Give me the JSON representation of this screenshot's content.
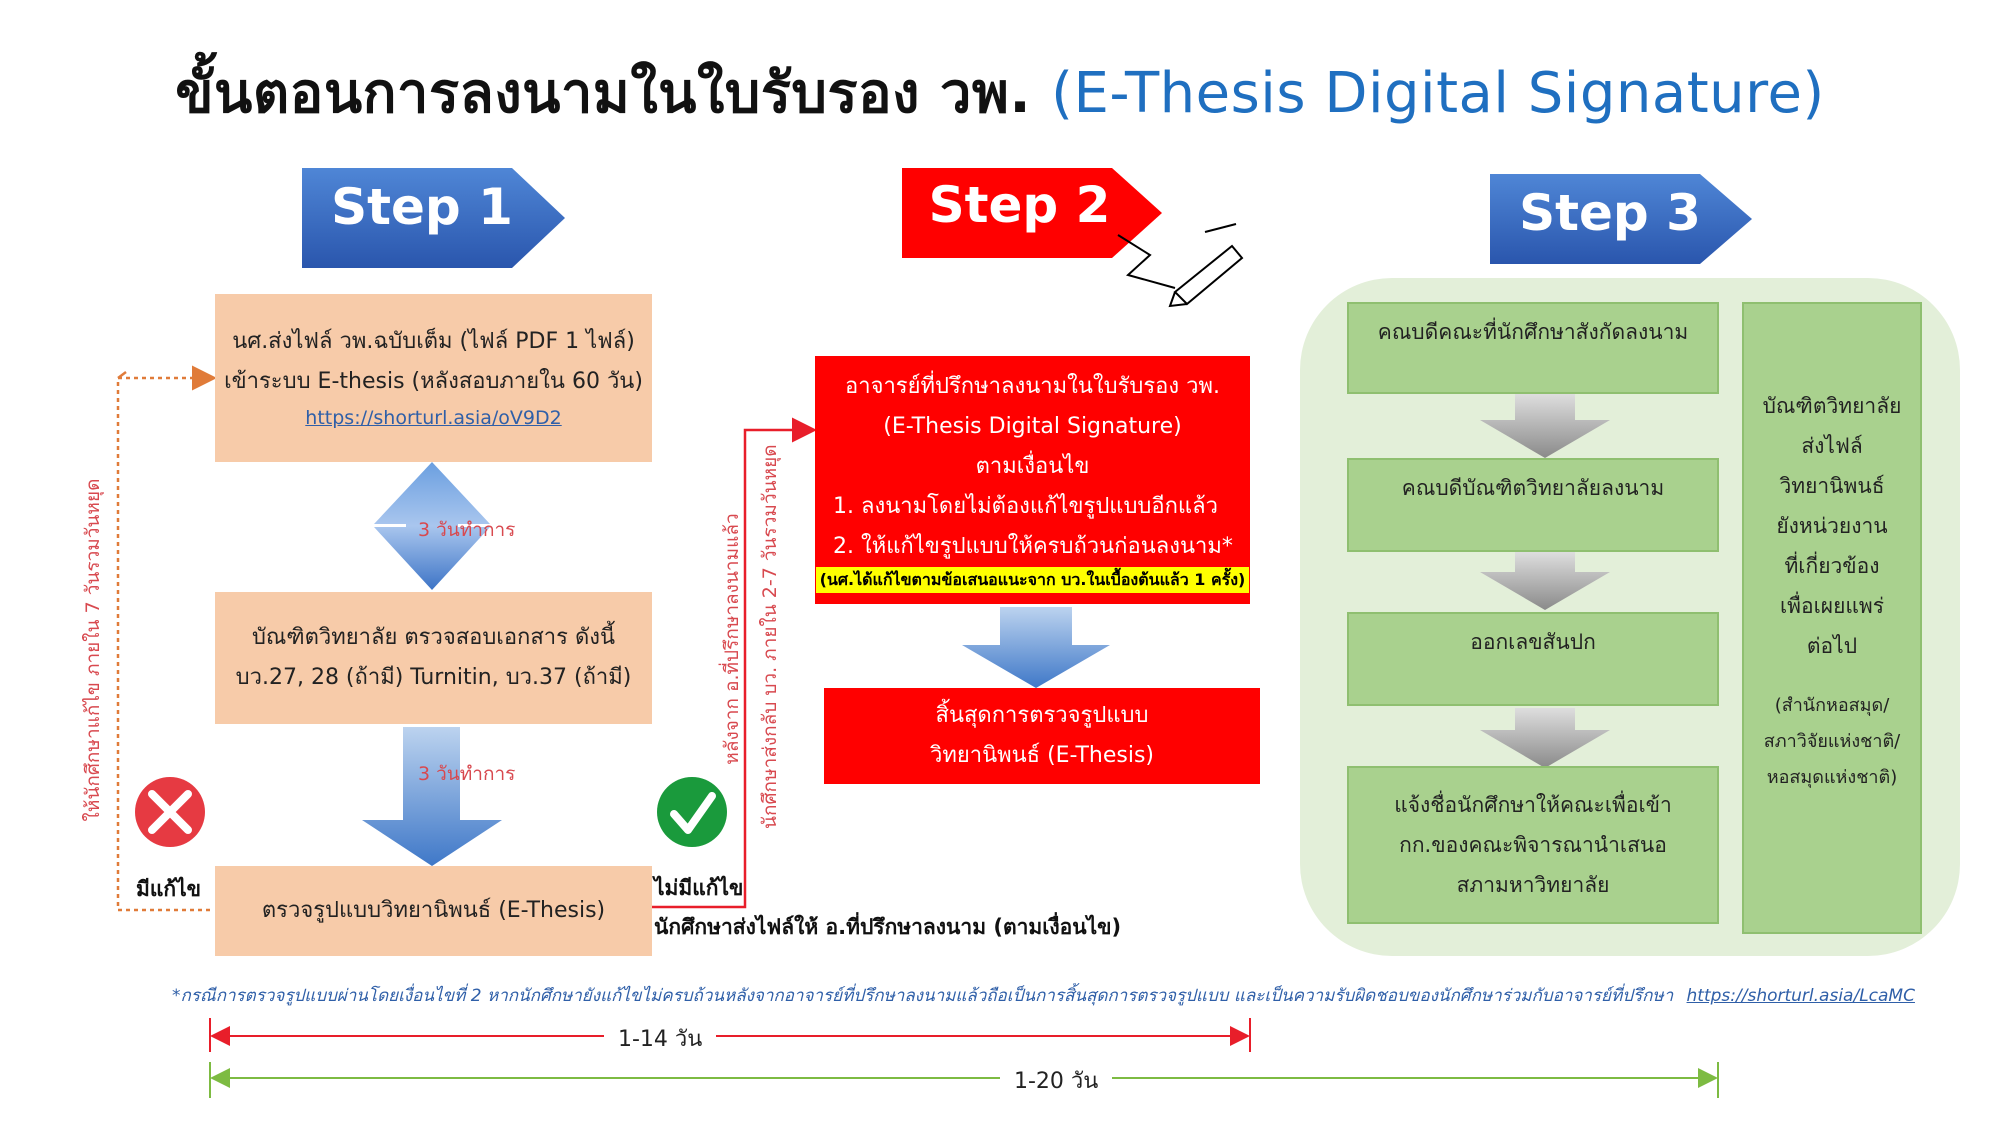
{
  "title": {
    "main": "ขั้นตอนการลงนามในใบรับรอง วพ.",
    "english": "(E-Thesis Digital Signature)"
  },
  "steps": {
    "s1": "Step 1",
    "s2": "Step 2",
    "s3": "Step 3"
  },
  "step1": {
    "box1_line1": "นศ.ส่งไฟล์ วพ.ฉบับเต็ม (ไฟล์ PDF 1 ไฟล์)",
    "box1_line2": "เข้าระบบ E-thesis (หลังสอบภายใน 60 วัน)",
    "box1_link": "https://shorturl.asia/oV9D2",
    "arrow1_label": "3 วันทำการ",
    "box2_line1": "บัณฑิตวิทยาลัย ตรวจสอบเอกสาร ดังนี้",
    "box2_line2": "บว.27, 28 (ถ้ามี) Turnitin, บว.37 (ถ้ามี)",
    "arrow2_label": "3 วันทำการ",
    "box3": "ตรวจรูปแบบวิทยานิพนธ์ (E-Thesis)",
    "has_fix": "มีแก้ไข",
    "no_fix": "ไม่มีแก้ไข",
    "left_loop_label": "ให้นักศึกษาแก้ไข ภายใน 7 วันรวมวันหยุด",
    "send_label": "นักศึกษาส่งไฟล์ให้ อ.ที่ปรึกษาลงนาม (ตามเงื่อนไข)"
  },
  "step2": {
    "loop_label_1": "หลังจาก อ.ที่ปรึกษาลงนามแล้ว",
    "loop_label_2": "นักศึกษาส่งกลับ บว. ภายใน 2-7 วันรวมวันหยุด",
    "box_line1": "อาจารย์ที่ปรึกษาลงนามในใบรับรอง วพ.",
    "box_line2": "(E-Thesis Digital Signature)",
    "box_line3": "ตามเงื่อนไข",
    "box_line4": "1. ลงนามโดยไม่ต้องแก้ไขรูปแบบอีกแล้ว",
    "box_line5": "2. ให้แก้ไขรูปแบบให้ครบถ้วนก่อนลงนาม*",
    "box_highlight": "(นศ.ได้แก้ไขตามข้อเสนอแนะจาก บว.ในเบื้องต้นแล้ว 1 ครั้ง)",
    "end_line1": "สิ้นสุดการตรวจรูปแบบ",
    "end_line2": "วิทยานิพนธ์ (E-Thesis)"
  },
  "step3": {
    "b1": "คณบดีคณะที่นักศึกษาสังกัดลงนาม",
    "b2": "คณบดีบัณฑิตวิทยาลัยลงนาม",
    "b3": "ออกเลขสันปก",
    "b4_line1": "แจ้งชื่อนักศึกษาให้คณะเพื่อเข้า",
    "b4_line2": "กก.ของคณะพิจารณานำเสนอ",
    "b4_line3": "สภามหาวิทยาลัย",
    "side_lines": [
      "บัณฑิตวิทยาลัย",
      "ส่งไฟล์",
      "วิทยานิพนธ์",
      "ยังหน่วยงาน",
      "ที่เกี่ยวข้อง",
      "เพื่อเผยแพร่",
      "ต่อไป"
    ],
    "side_note_lines": [
      "(สำนักหอสมุด/",
      "สภาวิจัยแห่งชาติ/",
      "หอสมุดแห่งชาติ)"
    ]
  },
  "footnote": {
    "text": "*กรณีการตรวจรูปแบบผ่านโดยเงื่อนไขที่ 2 หากนักศึกษายังแก้ไขไม่ครบถ้วนหลังจากอาจารย์ที่ปรึกษาลงนามแล้วถือเป็นการสิ้นสุดการตรวจรูปแบบ และเป็นความรับผิดชอบของนักศึกษาร่วมกับอาจารย์ที่ปรึกษา",
    "link": "https://shorturl.asia/LcaMC"
  },
  "durations": {
    "d1": "1-14 วัน",
    "d2": "1-20 วัน"
  },
  "colors": {
    "blue_arrow": "#2f5fb8",
    "red": "#ff0000",
    "peach": "#f7cba9",
    "green": "#a9d18e",
    "green_bg": "#e3efd9",
    "orange": "#e07b39",
    "dur1": "#e81e2a",
    "dur2": "#7dbb42"
  }
}
